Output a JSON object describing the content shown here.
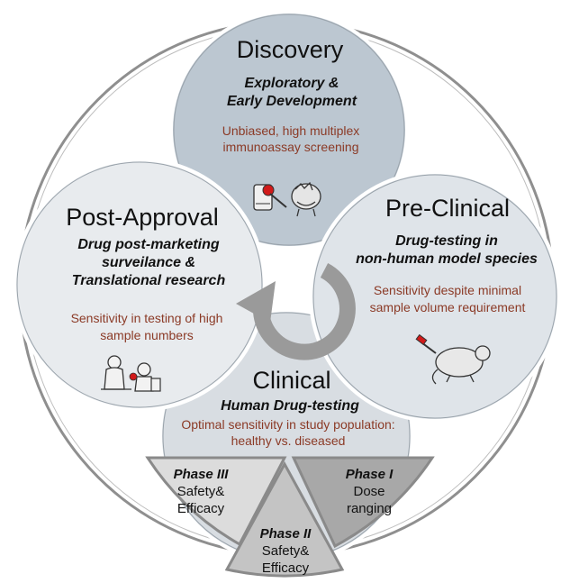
{
  "discovery": {
    "title": "Discovery",
    "subtitle": [
      "Exploratory &",
      "Early Development"
    ],
    "description": [
      "Unbiased, high multiplex",
      "immunoassay screening"
    ]
  },
  "preclinical": {
    "title": "Pre-Clinical",
    "subtitle": [
      "Drug-testing in",
      "non-human model species"
    ],
    "description": [
      "Sensitivity despite minimal",
      "sample volume requirement"
    ]
  },
  "postapproval": {
    "title": "Post-Approval",
    "subtitle": [
      "Drug post-marketing",
      "surveilance &",
      "Translational research"
    ],
    "description": [
      "Sensitivity in testing of high",
      "sample numbers"
    ]
  },
  "clinical": {
    "title": "Clinical",
    "subtitle": "Human Drug-testing",
    "description": [
      "Optimal sensitivity in study population:",
      "healthy vs. diseased"
    ]
  },
  "phases": [
    {
      "name": "Phase III",
      "desc": [
        "Safety&",
        "Efficacy"
      ]
    },
    {
      "name": "Phase II",
      "desc": [
        "Safety&",
        "Efficacy"
      ]
    },
    {
      "name": "Phase I",
      "desc": [
        "Dose",
        "ranging"
      ]
    }
  ],
  "colors": {
    "discovery_fill": "#bcc7d1",
    "preclinical_fill": "#dfe4e9",
    "postapproval_fill": "#e8ebee",
    "clinical_fill": "#d8dde2",
    "accent_text": "#8b3a26",
    "arrow": "#9a9a9a"
  },
  "icons": [
    "lab-instrument-icon",
    "test-animal-icon",
    "mouse-syringe-icon",
    "patient-nurse-icon",
    "cycle-arrow-icon"
  ]
}
